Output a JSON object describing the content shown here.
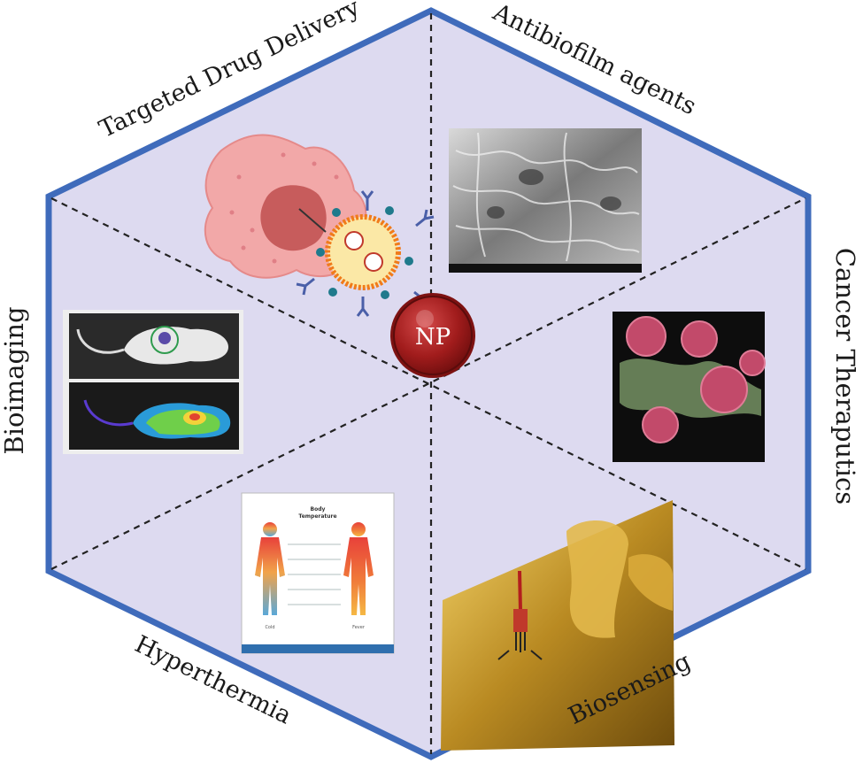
{
  "center": {
    "label": "NP"
  },
  "segments": [
    {
      "label": "Targeted Drug Delivery"
    },
    {
      "label": "Antibiofilm agents"
    },
    {
      "label": "Cancer Theraputics"
    },
    {
      "label": "Biosensing"
    },
    {
      "label": "Hyperthermia"
    },
    {
      "label": "Bioimaging"
    }
  ],
  "thermal_panel": {
    "title_line1": "Body",
    "title_line2": "Temperature",
    "left_caption": "Cold",
    "right_caption": "Fever"
  },
  "colors": {
    "hexagon_fill": "#dddaf0",
    "hexagon_border": "#3f6bbb",
    "divider": "#222222",
    "np_fill": "#a11c1c"
  }
}
